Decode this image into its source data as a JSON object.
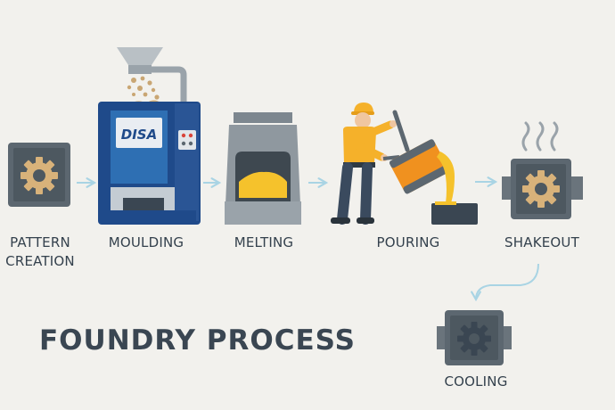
{
  "title": "FOUNDRY PROCESS",
  "machine_brand": "DISA",
  "colors": {
    "background": "#f2f1ed",
    "navy": "#1f4a8a",
    "blue": "#2e6fb3",
    "gray_dark": "#5c6770",
    "gray_light": "#9aa3aa",
    "gear": "#d8b27a",
    "molten": "#f5c22c",
    "orange": "#f0911f",
    "arrow": "#a9d4e4",
    "text": "#34414d"
  },
  "steps": [
    {
      "id": "pattern-creation",
      "label_line1": "PATTERN",
      "label_line2": "CREATION",
      "icon": "gear-icon"
    },
    {
      "id": "moulding",
      "label_line1": "MOULDING",
      "icon": "moulding-machine-icon"
    },
    {
      "id": "melting",
      "label_line1": "MELTING",
      "icon": "furnace-icon"
    },
    {
      "id": "pouring",
      "label_line1": "POURING",
      "icon": "pouring-worker-icon"
    },
    {
      "id": "shakeout",
      "label_line1": "SHAKEOUT",
      "icon": "gear-box-icon"
    },
    {
      "id": "cooling",
      "label_line1": "COOLING",
      "icon": "gear-box-icon"
    }
  ]
}
